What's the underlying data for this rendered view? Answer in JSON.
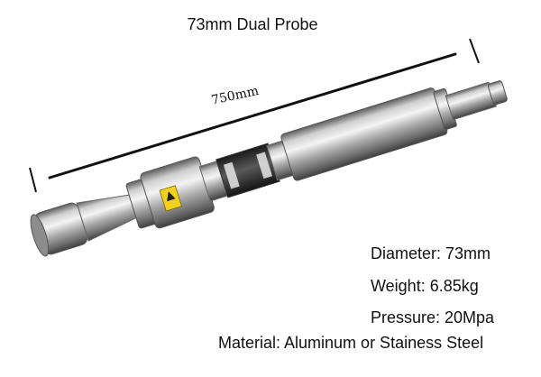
{
  "title": "73mm Dual Probe",
  "length_label": "750mm",
  "specs": {
    "diameter": "Diameter: 73mm",
    "weight": "Weight: 6.85kg",
    "pressure": "Pressure: 20Mpa",
    "material": "Material: Aluminum or Stainess Steel"
  },
  "colors": {
    "text": "#111111",
    "steel": "#9a9a9a",
    "warning_label": "#f2d21e"
  }
}
